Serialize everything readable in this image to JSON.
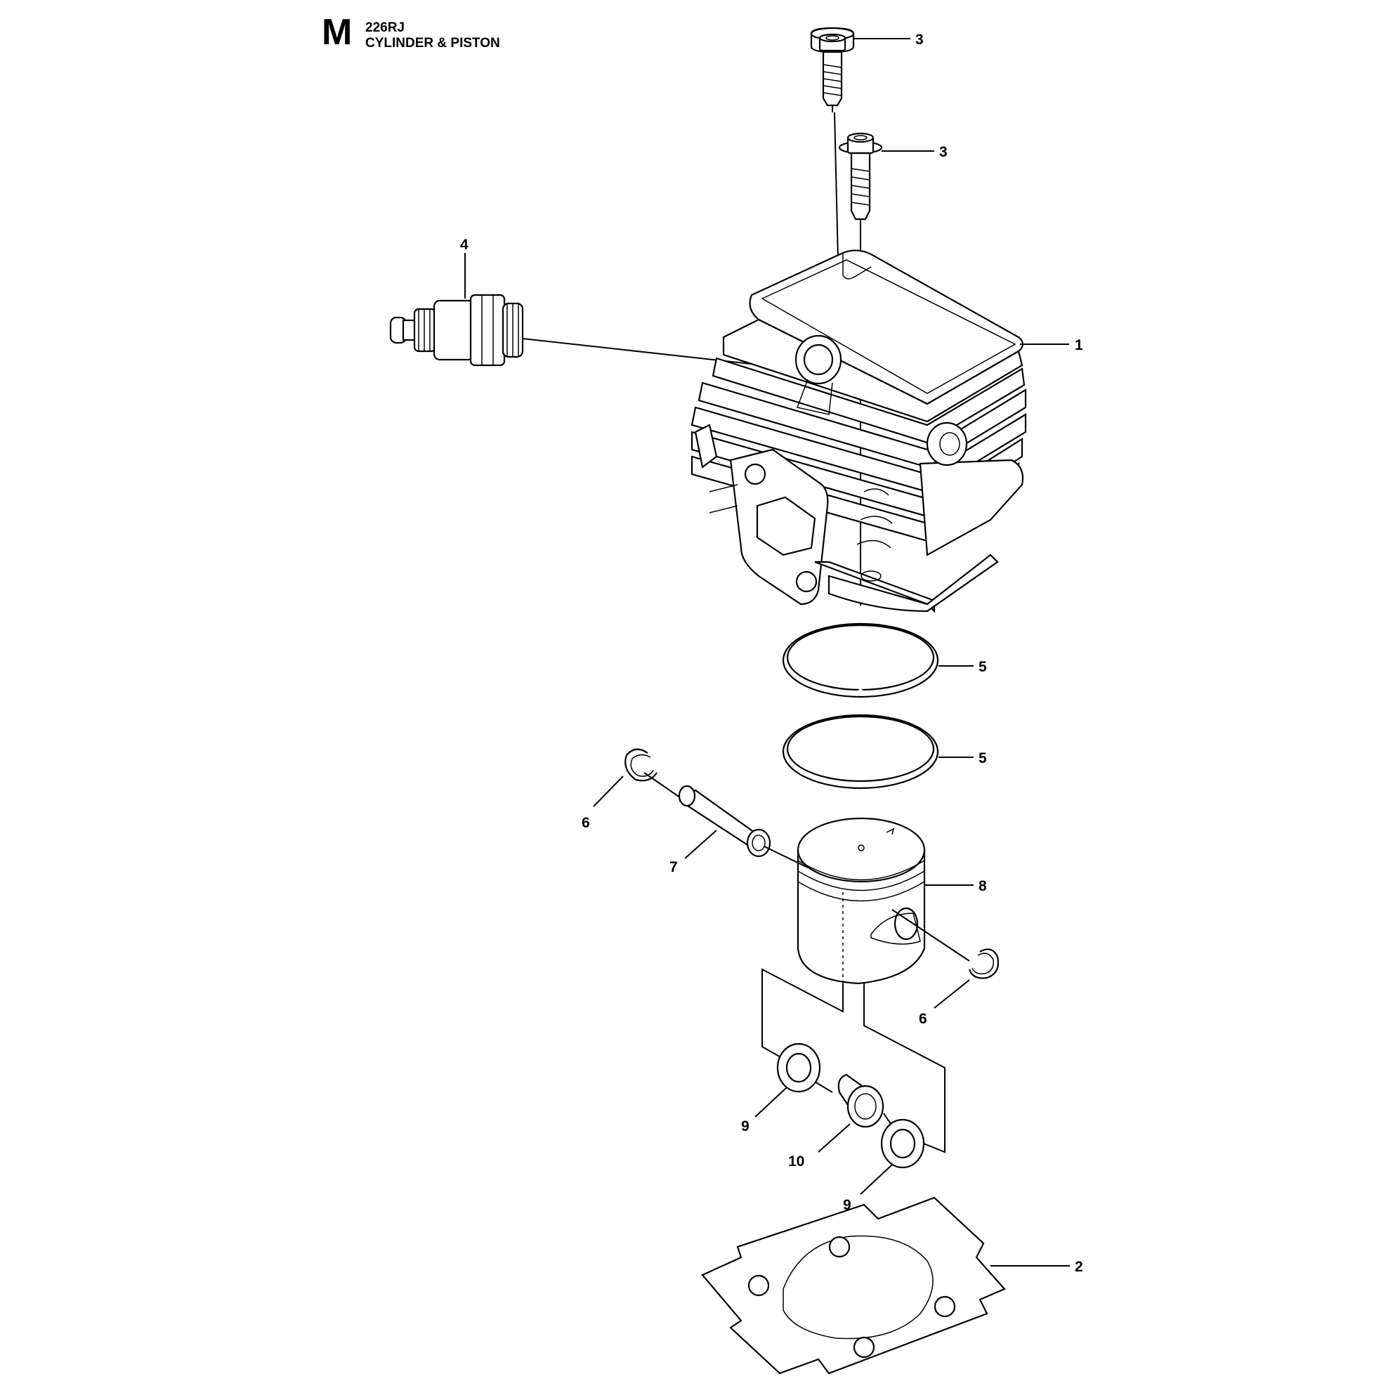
{
  "header": {
    "section_letter": "M",
    "model": "226RJ",
    "title": "CYLINDER & PISTON"
  },
  "callouts": {
    "c1": "1",
    "c2": "2",
    "c3a": "3",
    "c3b": "3",
    "c4": "4",
    "c5a": "5",
    "c5b": "5",
    "c6a": "6",
    "c6b": "6",
    "c7": "7",
    "c8": "8",
    "c9a": "9",
    "c9b": "9",
    "c10": "10"
  }
}
